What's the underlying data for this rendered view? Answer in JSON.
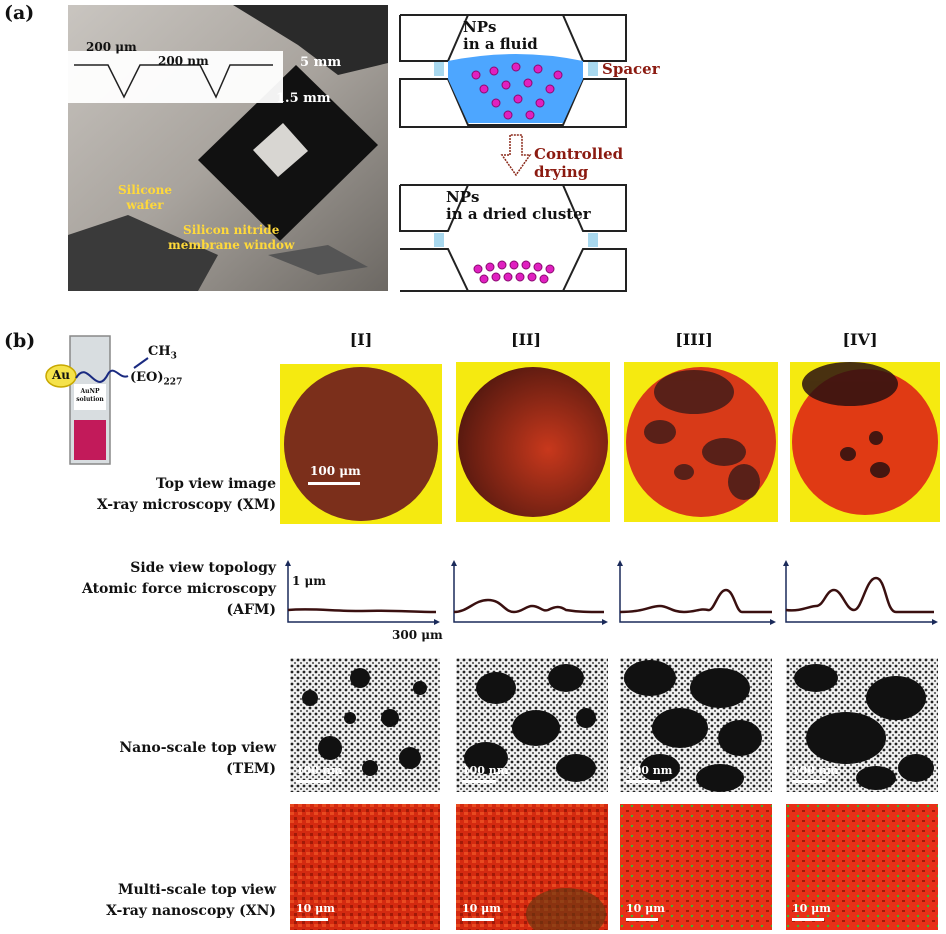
{
  "panel_a": {
    "label": "(a)",
    "photo": {
      "dim_200um": "200 μm",
      "dim_200nm": "200 nm",
      "dim_5mm": "5 mm",
      "dim_1_5mm": "1.5 mm",
      "silicone_wafer": [
        "Silicone",
        "wafer"
      ],
      "membrane_window": [
        "Silicon nitride",
        "membrane window"
      ]
    },
    "schematic": {
      "top_label": [
        "NPs",
        "in a fluid"
      ],
      "spacer": "Spacer",
      "arrow_label": "Controlled drying",
      "bottom_label": [
        "NPs",
        "in a dried cluster"
      ]
    },
    "colors": {
      "fluid": "#4da6ff",
      "np": "#e020c0",
      "spacer": "#a8d8ee",
      "arrow": "#8b2a1a"
    }
  },
  "panel_b": {
    "label": "(b)",
    "molecule": {
      "au": "Au",
      "ch3": "CH",
      "ch3_sub": "3",
      "eo": "(EO)",
      "eo_sub": "227"
    },
    "vial_label": [
      "AuNP",
      "solution"
    ],
    "columns": [
      "[I]",
      "[II]",
      "[III]",
      "[IV]"
    ],
    "rows": {
      "xm": [
        "Top view image",
        "X-ray microscopy (XM)"
      ],
      "afm": [
        "Side view topology",
        "Atomic force microscopy",
        "(AFM)"
      ],
      "tem": [
        "Nano-scale top view",
        "(TEM)"
      ],
      "xn": [
        "Multi-scale top view",
        "X-ray nanoscopy (XN)"
      ]
    },
    "scalebars": {
      "xm": "100 μm",
      "afm_y": "1 μm",
      "afm_x": "300 μm",
      "tem": [
        "100 nm",
        "100 nm",
        "100 nm",
        "100 nm"
      ],
      "xn": [
        "10 μm",
        "10 μm",
        "10 μm",
        "10 μm"
      ]
    },
    "colors": {
      "xm_bg": "#f5ea10",
      "xn_bg": "#d42a10",
      "afm_line": "#3a1010",
      "axis": "#1a2a5a"
    }
  }
}
